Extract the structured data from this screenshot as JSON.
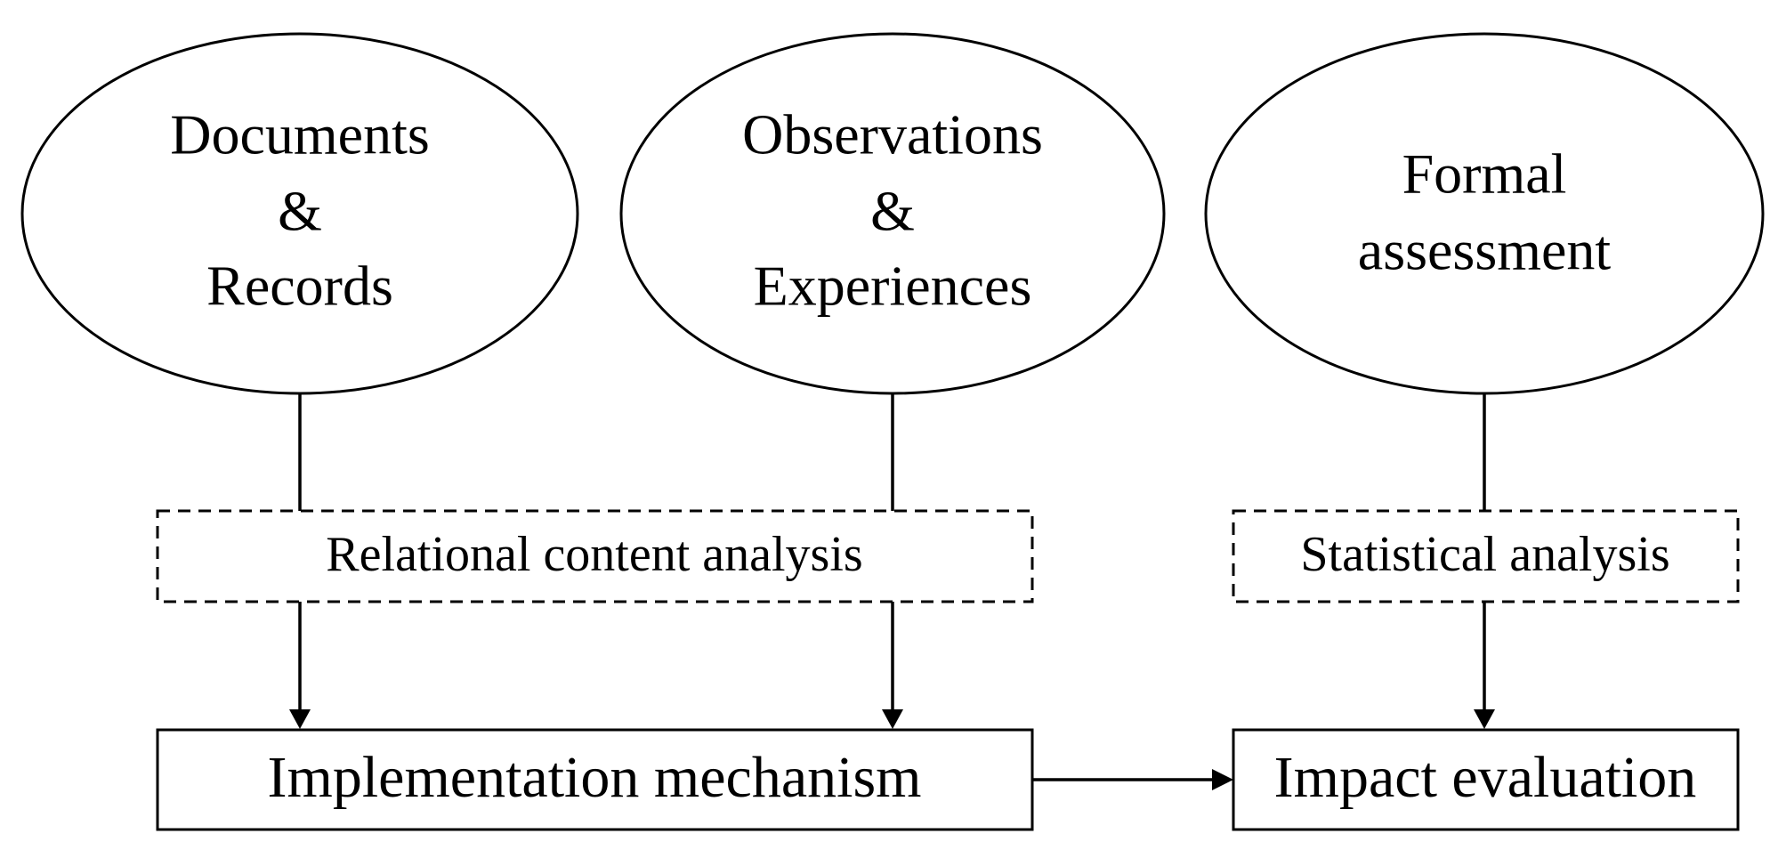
{
  "diagram": {
    "sources": {
      "documents": {
        "lines": [
          "Documents",
          "&",
          "Records"
        ]
      },
      "observations": {
        "lines": [
          "Observations",
          "&",
          "Experiences"
        ]
      },
      "assessment": {
        "lines": [
          "Formal",
          "assessment"
        ]
      }
    },
    "methods": {
      "relational": "Relational content analysis",
      "statistical": "Statistical analysis"
    },
    "outcomes": {
      "implementation": "Implementation mechanism",
      "impact": "Impact evaluation"
    }
  }
}
